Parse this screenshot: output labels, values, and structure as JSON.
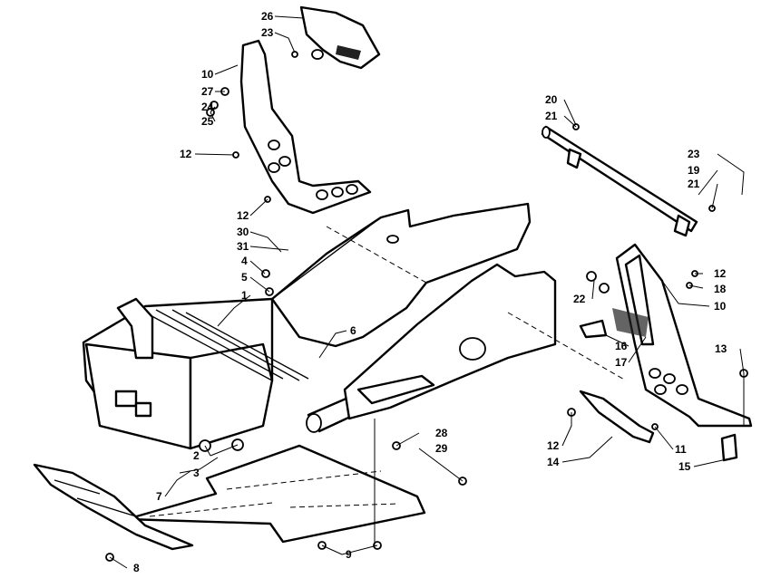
{
  "labels": {
    "l1": "1",
    "l2": "2",
    "l3": "3",
    "l4": "4",
    "l5": "5",
    "l6": "6",
    "l7": "7",
    "l8": "8",
    "l9": "9",
    "l10a": "10",
    "l10b": "10",
    "l11": "11",
    "l12a": "12",
    "l12b": "12",
    "l12c": "12",
    "l12d": "12",
    "l13": "13",
    "l14": "14",
    "l15": "15",
    "l16": "16",
    "l17": "17",
    "l18": "18",
    "l19": "19",
    "l20": "20",
    "l21a": "21",
    "l21b": "21",
    "l22": "22",
    "l23a": "23",
    "l23b": "23",
    "l24": "24",
    "l25": "25",
    "l26": "26",
    "l27": "27",
    "l28": "28",
    "l29": "29",
    "l30": "30",
    "l31": "31"
  }
}
